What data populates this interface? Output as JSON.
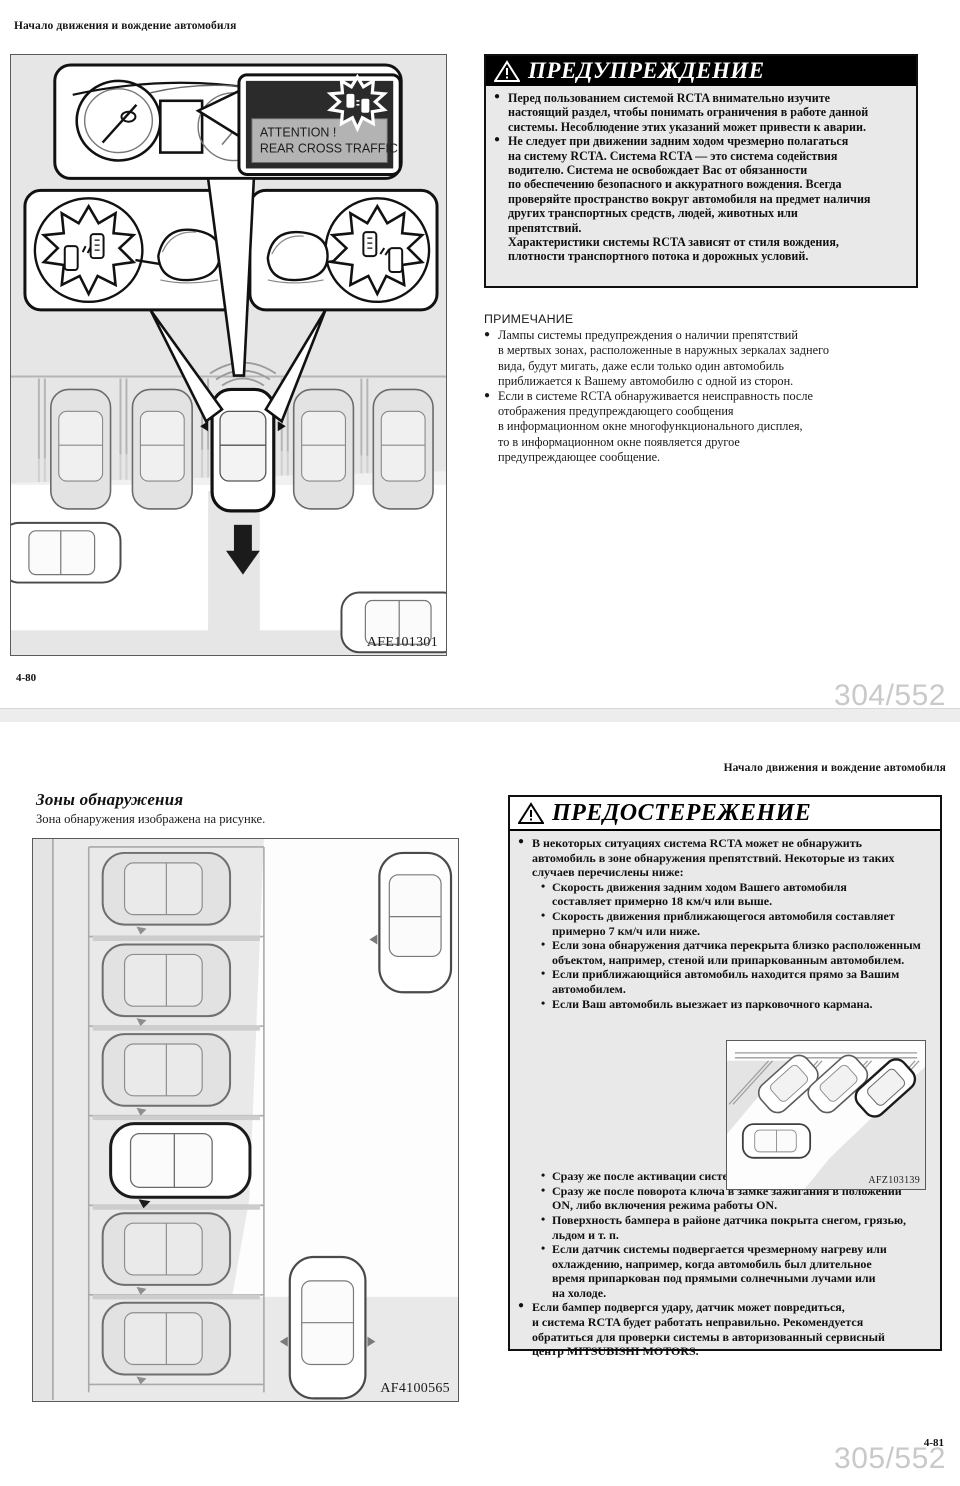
{
  "document": {
    "running_header": "Начало движения и вождение автомобиля"
  },
  "page1": {
    "folio": "4-80",
    "viewer_page": "304/552",
    "figure": {
      "code": "AFE101301",
      "display_line1": "ATTENTION !",
      "display_line2": "REAR CROSS TRAFFIC"
    },
    "warning": {
      "icon": "warning-triangle-icon",
      "title": "ПРЕДУПРЕЖДЕНИЕ",
      "bullets": [
        [
          "Перед пользованием системой RCTA внимательно изучите",
          "настоящий раздел, чтобы понимать ограничения в работе данной",
          "системы. Несоблюдение этих указаний может привести к аварии."
        ],
        [
          "Не следует при движении задним ходом чрезмерно полагаться",
          "на систему RCTA. Система RCTA — это система содействия",
          "водителю. Система не освобождает Вас от обязанности",
          "по обеспечению безопасного и аккуратного вождения. Всегда",
          "проверяйте пространство вокруг автомобиля на предмет наличия",
          "других транспортных средств, людей, животных или",
          "препятствий.",
          "Характеристики системы RCTA зависят от стиля вождения,",
          "плотности транспортного потока и дорожных условий."
        ]
      ]
    },
    "note": {
      "title": "ПРИМЕЧАНИЕ",
      "bullets": [
        [
          "Лампы системы предупреждения о наличии препятствий",
          "в мертвых зонах, расположенные в наружных зеркалах заднего",
          "вида, будут мигать, даже если только один автомобиль",
          "приближается к Вашему автомобилю с одной из сторон."
        ],
        [
          "Если в системе RCTA обнаруживается неисправность после",
          "отображения предупреждающего сообщения",
          "в информационном окне многофункционального дисплея,",
          "то в информационном окне появляется другое",
          "предупреждающее сообщение."
        ]
      ]
    }
  },
  "page2": {
    "folio": "4-81",
    "viewer_page": "305/552",
    "section": {
      "title": "Зоны обнаружения",
      "subtitle": "Зона обнаружения изображена на рисунке."
    },
    "figure": {
      "code": "AF4100565"
    },
    "inset_figure": {
      "code": "AFZ103139"
    },
    "caution": {
      "icon": "warning-triangle-icon",
      "title": "ПРЕДОСТЕРЕЖЕНИЕ",
      "intro": [
        "В некоторых ситуациях система RCTA может не обнаружить",
        "автомобиль в зоне обнаружения препятствий. Некоторые из таких",
        "случаев перечислены ниже:"
      ],
      "sub_bullets_top": [
        [
          "Скорость движения задним ходом Вашего автомобиля",
          "составляет примерно 18 км/ч или выше."
        ],
        [
          "Скорость движения приближающегося автомобиля составляет",
          "примерно 7 км/ч или ниже."
        ],
        [
          "Если зона обнаружения датчика перекрыта близко расположенным",
          "объектом, например, стеной или припаркованным автомобилем."
        ],
        [
          "Если приближающийся автомобиль находится прямо за Вашим",
          "автомобилем."
        ],
        [
          "Если Ваш автомобиль выезжает из парковочного кармана."
        ]
      ],
      "sub_bullets_bottom": [
        [
          "Сразу же после активации системы RCTA."
        ],
        [
          "Сразу же после поворота ключа в замке зажигания в положении",
          "ON, либо включения режима работы ON."
        ],
        [
          "Поверхность бампера в районе датчика покрыта снегом, грязью,",
          "льдом и т. п."
        ],
        [
          "Если датчик системы подвергается чрезмерному нагреву или",
          "охлаждению, например, когда автомобиль был длительное",
          "время припаркован под прямыми солнечными лучами или",
          "на холоде."
        ]
      ],
      "final_bullet": [
        "Если бампер подвергся удару, датчик может повредиться,",
        "и система RCTA будет работать неправильно. Рекомендуется",
        "обратиться для проверки системы в авторизованный сервисный",
        "центр MITSUBISHI MOTORS."
      ]
    }
  },
  "colors": {
    "figure_bg": "#e9e9e9",
    "warning_header_bg": "#000000",
    "display_bg": "#2b2b2b",
    "display_panel": "#b3b3b3",
    "viewer_page_text": "#c9c9c9"
  }
}
